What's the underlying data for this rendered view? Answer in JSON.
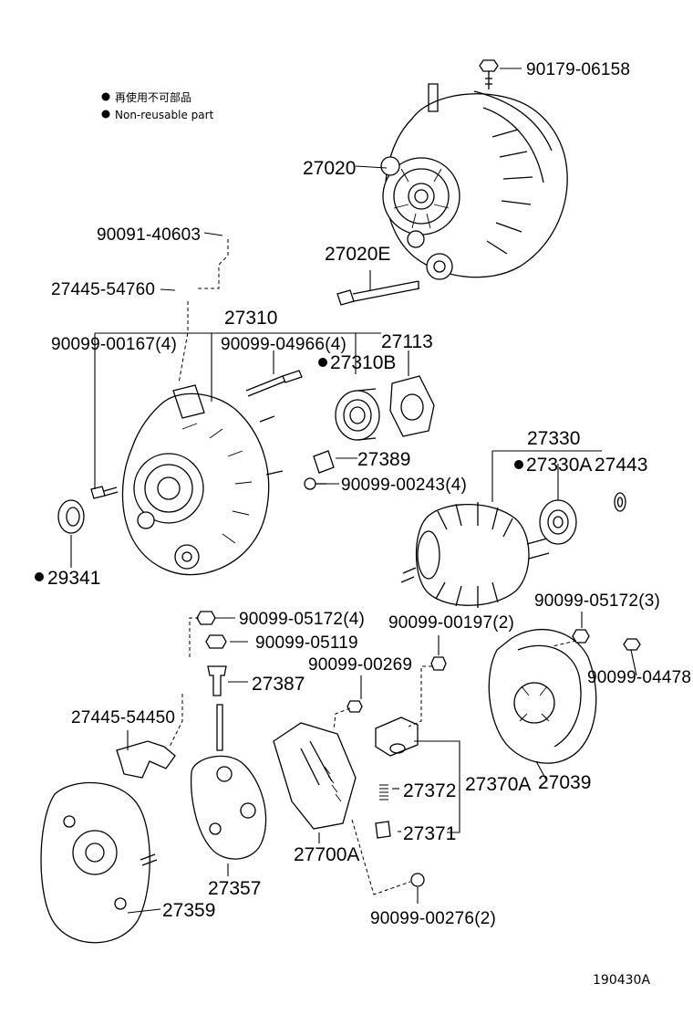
{
  "legend": {
    "japanese": "再使用不可部品",
    "english": "Non-reusable part"
  },
  "parts": {
    "p90179": "90179-06158",
    "p27020": "27020",
    "p90091": "90091-40603",
    "p27020E": "27020E",
    "p27445a": "27445-54760",
    "p27310": "27310",
    "p90099_167": "90099-00167(4)",
    "p90099_4966": "90099-04966(4)",
    "p27113": "27113",
    "p27310B": "27310B",
    "p27389": "27389",
    "p90099_243": "90099-00243(4)",
    "p27330": "27330",
    "p27330A": "27330A",
    "p27443": "27443",
    "p29341": "29341",
    "p90099_5172a": "90099-05172(4)",
    "p90099_5119": "90099-05119",
    "p90099_197": "90099-00197(2)",
    "p90099_5172b": "90099-05172(3)",
    "p90099_269": "90099-00269",
    "p27387": "27387",
    "p90099_4478": "90099-04478",
    "p27445b": "27445-54450",
    "p27372": "27372",
    "p27370A": "27370A",
    "p27039": "27039",
    "p27371": "27371",
    "p27700A": "27700A",
    "p27357": "27357",
    "p27359": "27359",
    "p90099_276": "90099-00276(2)"
  },
  "figure_id": "190430A"
}
